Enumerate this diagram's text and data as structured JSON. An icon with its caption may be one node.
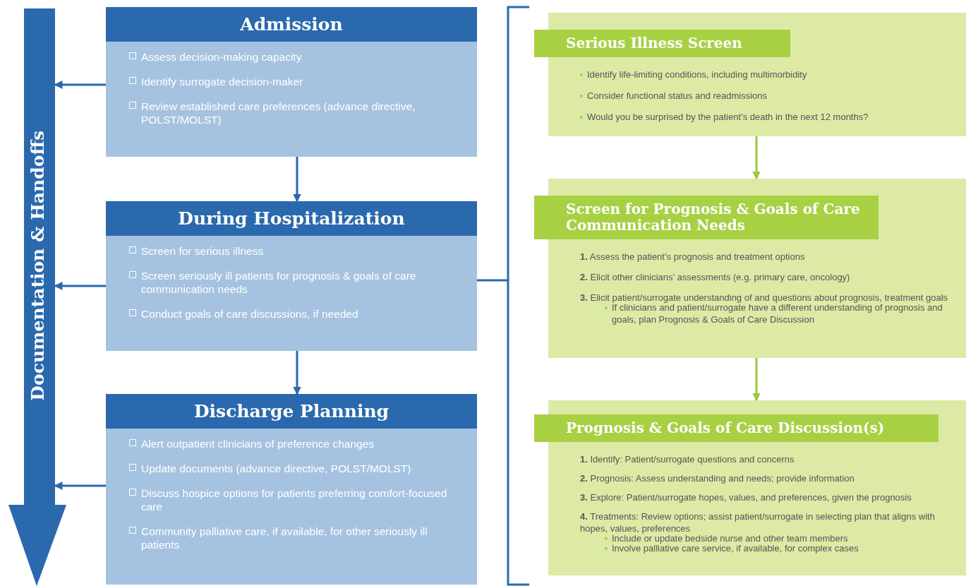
{
  "diagram": {
    "nodes": [
      {
        "text": [
          "Documentation & Handoffs"
        ]
      },
      {
        "text": [
          "Admission",
          "Assess decision-making capacity",
          "Identify surrogate decision-maker",
          "Review established care preferences (advance directive, POLST/MOLST)"
        ]
      },
      {
        "text": [
          "During Hospitalization",
          "Screen for serious illness",
          "Screen seriously ill patients for prognosis & goals of care communication needs",
          "Conduct goals of care discussions, if needed"
        ]
      },
      {
        "text": [
          "Discharge Planning",
          "Alert outpatient clinicians of preference changes",
          "Update documents (advance directive, POLST/MOLST)",
          "Discuss hospice options for patients preferring comfort-focused care",
          "Community palliative care, if available, for other seriously ill patients"
        ]
      },
      {
        "text": [
          "Serious Illness Screen",
          "Identify life-limiting conditions, including multimorbidity",
          "Consider functional status and readmissions",
          "Would you be surprised by the patient’s death in the next 12 months?"
        ]
      },
      {
        "text": [
          "Screen for Prognosis & Goals of Care Communication Needs",
          "**1.** Assess the patient’s prognosis and treatment options",
          "**2.** Elicit other clinicians’ assessments (e.g. primary care, oncology)",
          "**3.** Elicit patient/surrogate understanding of and questions about prognosis, treatment goals",
          "If clinicians and patient/surrogate have a different understanding of prognosis and goals, plan Prognosis & Goals of Care Discussion"
        ]
      },
      {
        "text": [
          "Prognosis & Goals of Care Discussion(s)",
          "**1.** Identify: Patient/surrogate questions and concerns",
          "**2.** Prognosis: Assess understanding and needs; provide information",
          "**3.** Explore: Patient/surrogate hopes, values, and preferences, given the prognosis",
          "**4.** Treatments: Review options; assist patient/surrogate in selecting plan that aligns with hopes, values, preferences",
          "Include or update bedside nurse and other team members",
          "Involve palliative care service, if available, for complex cases"
        ]
      }
    ],
    "edges": [
      {
        "from": 1,
        "to": 0,
        "arrow": "to"
      },
      {
        "from": 1,
        "to": 2,
        "arrow": "to"
      },
      {
        "from": 2,
        "to": 0,
        "arrow": "to"
      },
      {
        "from": 2,
        "to": 3,
        "arrow": "to"
      },
      {
        "from": 3,
        "to": 0,
        "arrow": "to"
      },
      {
        "from": 4,
        "to": 5,
        "arrow": "to",
        "color": "#9cc83c"
      },
      {
        "from": 5,
        "to": 6,
        "arrow": "to",
        "color": "#9cc83c"
      }
    ]
  }
}
